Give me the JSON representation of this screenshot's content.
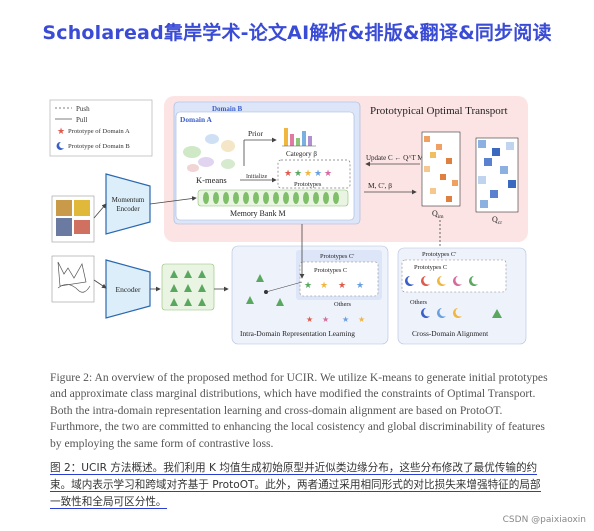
{
  "banner": {
    "title": "Scholaread靠岸学术-论文AI解析&排版&翻译&同步阅读"
  },
  "figure": {
    "legend": {
      "push": "Push",
      "pull": "Pull",
      "proto_a": "Prototype of Domain A",
      "proto_b": "Prototype of Domain B"
    },
    "domain_b": "Domain B",
    "domain_a": "Domain A",
    "pot_title": "Prototypical Optimal Transport",
    "prior": "Prior",
    "category_beta": "Category β",
    "kmeans": "K-means",
    "initialize": "Initialize",
    "prototypes": "Prototypes",
    "memory_bank": "Memory Bank M",
    "momentum_encoder_1": "Momentum",
    "momentum_encoder_2": "Encoder",
    "encoder": "Encoder",
    "update_c": "Update C ← Q^T M",
    "mcb": "M, C', β",
    "q_im": "Q",
    "q_im_sub": "im",
    "q_cr": "Q",
    "q_cr_sub": "cr",
    "prototypes_c_prime_1": "Prototypes C'",
    "prototypes_c": "Prototypes C",
    "others": "Others",
    "intra_domain": "Intra-Domain Representation Learning",
    "prototypes_c_prime_2": "Prototypes C'",
    "prototypes_c_2": "Prototypes C",
    "others_2": "Others",
    "cross_domain": "Cross-Domain Alignment"
  },
  "caption_en": "Figure 2: An overview of the proposed method for UCIR. We utilize K-means to generate initial prototypes and approximate class marginal distributions, which have modified the constraints of Optimal Transport. Both the intra-domain representation learning and cross-domain alignment are based on ProtoOT. Furthmore, the two are committed to enhancing the local cosistency and global discriminability of features by employing the same form of contrastive loss.",
  "caption_zh": {
    "part1": "图 2：UCIR 方法概述。我们利用 K 均值生成初始原型并近似类边缘分布，这些分布修改了最优传输的约束。域内表示学习和跨域对齐基于 ProtoOT。此外，两者通过采用相同形式的对比损失来增强特征的局部一致性和全局可区分性。"
  },
  "watermark": "CSDN @paixiaoxin",
  "colors": {
    "banner": "#3a4bd6",
    "pot_bg": "#fde4e4",
    "domain_b_bg": "#dde6f8",
    "domain_a_bg": "#ffffff",
    "encoder_fill": "#dceefa",
    "encoder_stroke": "#2a68b0",
    "triangle": "#5aa860",
    "star_red": "#e05a4c",
    "moon_blue": "#3a5fc8"
  }
}
